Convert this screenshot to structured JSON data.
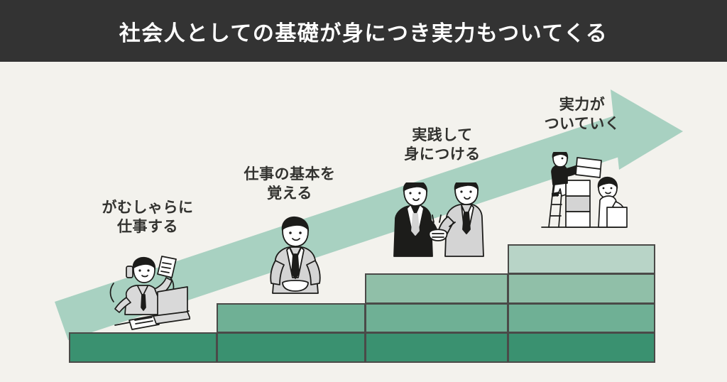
{
  "header": {
    "title": "社会人としての基礎が身につき実力もついてくる",
    "background_color": "#333333",
    "text_color": "#ffffff"
  },
  "stage": {
    "background_color": "#f3f2ed"
  },
  "arrow": {
    "name": "growth-arrow",
    "color": "#a8d1c1",
    "direction": "up-right"
  },
  "chart_data": {
    "type": "bar",
    "title": "社会人としての基礎が身につき実力もついてくる",
    "xlabel": "",
    "ylabel": "",
    "grid": false,
    "legend": "none",
    "categories": [
      "がむしゃらに仕事する",
      "仕事の基本を覚える",
      "実践して身につける",
      "実力がついていく"
    ],
    "values": [
      1,
      2,
      3,
      4
    ],
    "ylim": [
      0,
      4
    ],
    "tier_colors": [
      "#3a9170",
      "#6fb095",
      "#90bfa8",
      "#b8d4c7"
    ],
    "bar_border_color": "#4a4a48",
    "annotations": [
      "がむしゃらに仕事する",
      "仕事の基本を覚える",
      "実践して身につける",
      "実力がついていく"
    ]
  },
  "steps": [
    {
      "index": 1,
      "label_line1": "がむしゃらに",
      "label_line2": "仕事する",
      "illustration": "office-worker-at-laptop-icon",
      "tiers": 1
    },
    {
      "index": 2,
      "label_line1": "仕事の基本を",
      "label_line2": "覚える",
      "illustration": "businessman-standing-icon",
      "tiers": 2
    },
    {
      "index": 3,
      "label_line1": "実践して",
      "label_line2": "身につける",
      "illustration": "handshake-two-people-icon",
      "tiers": 3
    },
    {
      "index": 4,
      "label_line1": "実力が",
      "label_line2": "ついていく",
      "illustration": "stacking-boxes-teamwork-icon",
      "tiers": 4
    }
  ]
}
